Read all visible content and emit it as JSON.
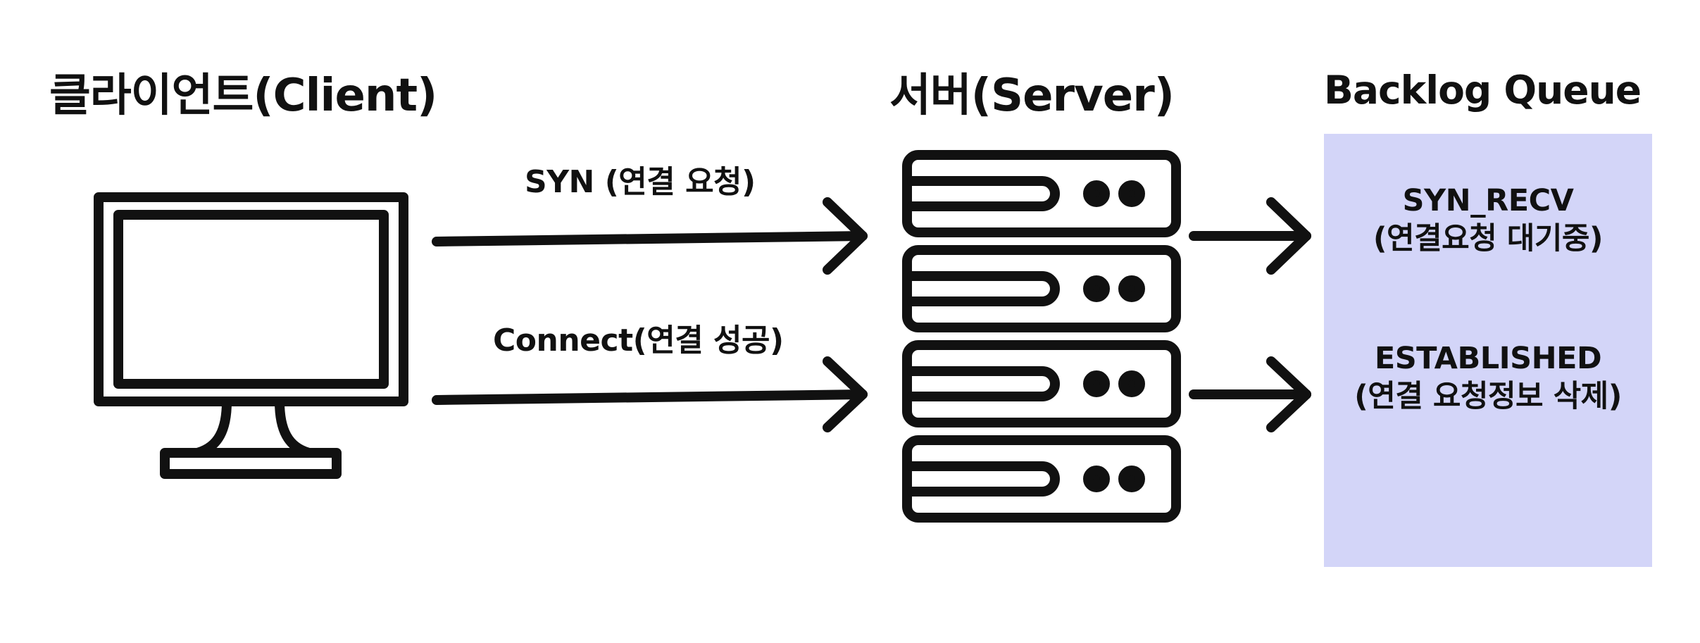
{
  "client": {
    "title": "클라이언트(Client)"
  },
  "server": {
    "title": "서버(Server)"
  },
  "queue": {
    "title": "Backlog Queue",
    "items": [
      {
        "state": "SYN_RECV",
        "desc": "(연결요청 대기중)"
      },
      {
        "state": "ESTABLISHED",
        "desc": "(연결 요청정보 삭제)"
      }
    ],
    "color": "#d3d5f8"
  },
  "edges": [
    {
      "label": "SYN (연결 요청)"
    },
    {
      "label": "Connect(연결 성공)"
    }
  ],
  "icons": [
    "monitor-icon",
    "server-rack-icon",
    "arrow-right-icon"
  ]
}
